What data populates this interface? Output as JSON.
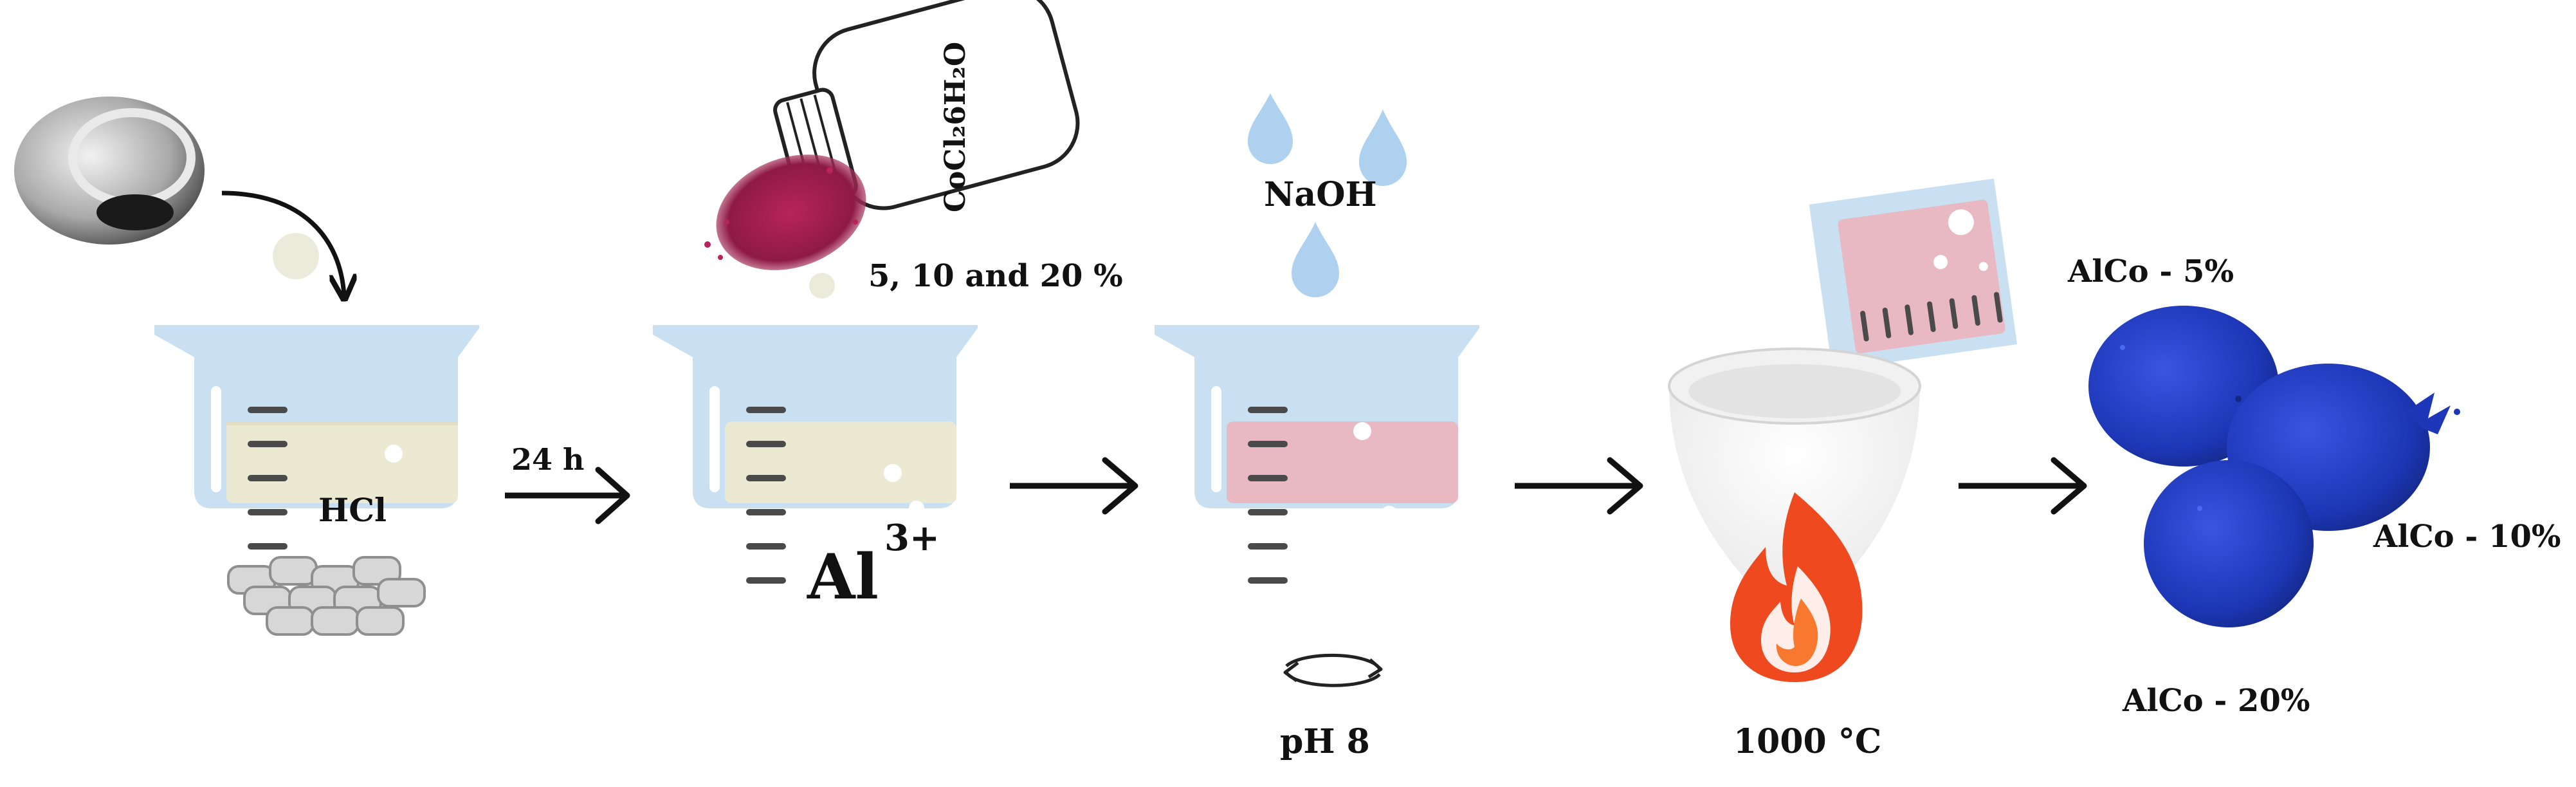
{
  "colors": {
    "beaker_blue": "#c9dff2",
    "liquid_cream": "#ece9d3",
    "liquid_pink": "#e8b9c3",
    "tick_gray": "#4a4a4a",
    "flame_red": "#ef4a1f",
    "flame_orange": "#f7782e",
    "powder_magenta": "#9b1d4a",
    "cobalt_blue": "#1d37b8",
    "arrow_black": "#111111"
  },
  "steps": {
    "step1": {
      "reagent": "HCl",
      "material_icon": "aluminum-can-tab-icon"
    },
    "arrow1": {
      "label": "24 h"
    },
    "step2": {
      "ion_symbol": "Al",
      "ion_charge": "3+",
      "salt_formula": "CoCl₂6H₂O",
      "doping_label": "5, 10 and 20 %"
    },
    "step3": {
      "reagent": "NaOH",
      "ph_label": "pH 8",
      "stir_icon": "stirring-icon"
    },
    "step4": {
      "temperature_label": "1000 °C",
      "crucible_icon": "crucible-icon",
      "flame_icon": "flame-icon"
    },
    "products": [
      {
        "label": "AlCo - 5%"
      },
      {
        "label": "AlCo - 10%"
      },
      {
        "label": "AlCo - 20%"
      }
    ]
  }
}
